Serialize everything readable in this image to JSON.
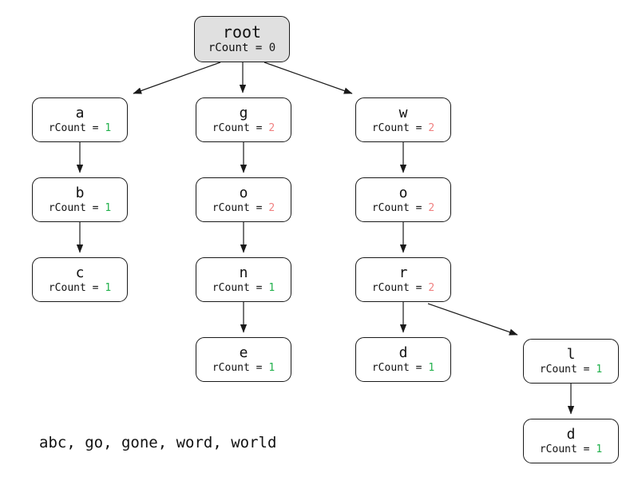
{
  "diagram_type": "trie",
  "labels": {
    "rcount_prefix": "rCount = "
  },
  "colors": {
    "count_positive_green": "#22b14c",
    "count_shared_red": "#f08080",
    "count_zero_dark": "#1a1a1a",
    "root_fill": "#e0e0e0",
    "node_fill": "#ffffff",
    "node_border": "#1a1a1a",
    "edge": "#1a1a1a"
  },
  "nodes": {
    "root": {
      "letter": "root",
      "rcount": 0
    },
    "a": {
      "letter": "a",
      "rcount": 1
    },
    "b": {
      "letter": "b",
      "rcount": 1
    },
    "c": {
      "letter": "c",
      "rcount": 1
    },
    "g": {
      "letter": "g",
      "rcount": 2
    },
    "o1": {
      "letter": "o",
      "rcount": 2
    },
    "n": {
      "letter": "n",
      "rcount": 1
    },
    "e": {
      "letter": "e",
      "rcount": 1
    },
    "w": {
      "letter": "w",
      "rcount": 2
    },
    "o2": {
      "letter": "o",
      "rcount": 2
    },
    "r": {
      "letter": "r",
      "rcount": 2
    },
    "d1": {
      "letter": "d",
      "rcount": 1
    },
    "l": {
      "letter": "l",
      "rcount": 1
    },
    "d2": {
      "letter": "d",
      "rcount": 1
    }
  },
  "edges": [
    "root-a",
    "root-g",
    "root-w",
    "a-b",
    "b-c",
    "g-o1",
    "o1-n",
    "n-e",
    "w-o2",
    "o2-r",
    "r-d1",
    "r-l",
    "l-d2"
  ],
  "word_list": "abc, go, gone, word, world"
}
